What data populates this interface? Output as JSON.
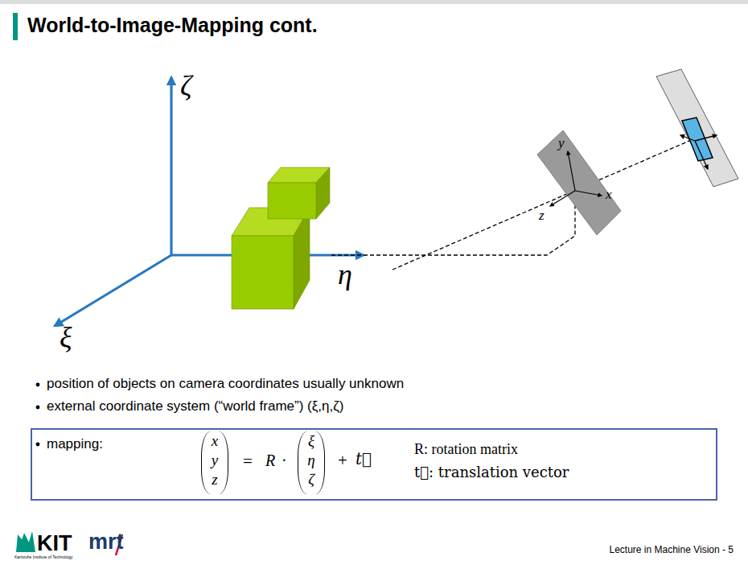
{
  "diagram": {
    "title": "World-to-Image-Mapping cont.",
    "nodes": [
      {
        "text": [
          "mapping:",
          "x",
          "y",
          "z",
          "=",
          "R",
          "·",
          "ξ",
          "η",
          "ζ",
          "+",
          "t⃗",
          "R: rotation matrix",
          "t⃗: translation vector"
        ]
      }
    ],
    "labels": [
      "ζ",
      "η",
      "ξ",
      "y",
      "x",
      "z",
      "position of objects on camera coordinates usually unknown",
      "external coordinate system (“world frame”)  (ξ,η,ζ)",
      "KIT",
      "Karlsruhe Institute of Technology",
      "mrt",
      "Lecture in Machine Vision - 5"
    ]
  }
}
